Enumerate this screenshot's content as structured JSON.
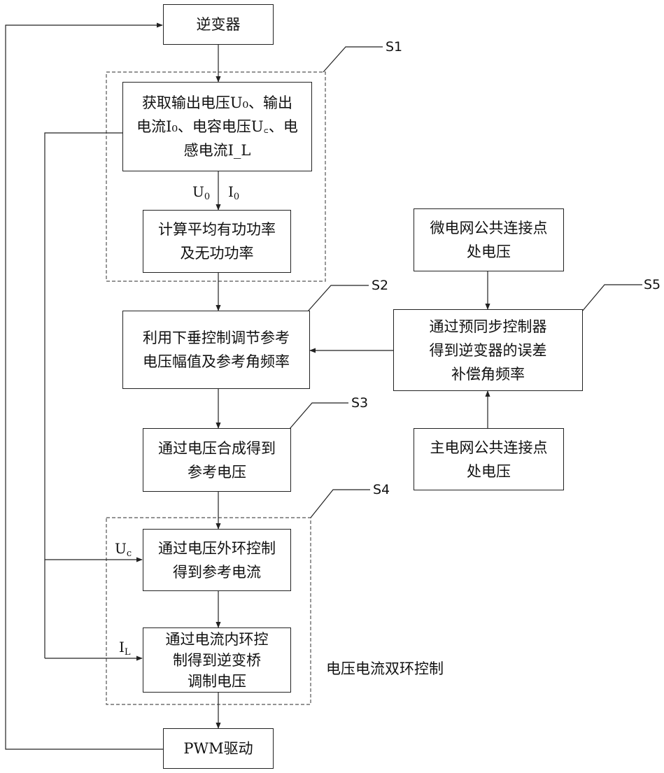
{
  "nodes": {
    "inverter": "逆变器",
    "acquire": [
      "获取输出电压U₀、输出",
      "电流I₀、电容电压U꜀、电",
      "感电流I_L"
    ],
    "power": [
      "计算平均有功功率",
      "及无功功率"
    ],
    "droop": [
      "利用下垂控制调节参考",
      "电压幅值及参考角频率"
    ],
    "synthesis": [
      "通过电压合成得到",
      "参考电压"
    ],
    "outer": [
      "通过电压外环控制",
      "得到参考电流"
    ],
    "inner": [
      "通过电流内环控",
      "制得到逆变桥",
      "调制电压"
    ],
    "pwm": "PWM驱动",
    "micro_grid": [
      "微电网公共连接点",
      "处电压"
    ],
    "presync": [
      "通过预同步控制器",
      "得到逆变器的误差",
      "补偿角频率"
    ],
    "main_grid": [
      "主电网公共连接点",
      "处电压"
    ]
  },
  "steps": {
    "s1": "S1",
    "s2": "S2",
    "s3": "S3",
    "s4": "S4",
    "s5": "S5"
  },
  "edge_labels": {
    "u0_main": "U",
    "u0_sub": "0",
    "i0_main": "I",
    "i0_sub": "0",
    "uc_main": "U",
    "uc_sub": "c",
    "il_main": "I",
    "il_sub": "L"
  },
  "group_label": "电压电流双环控制"
}
